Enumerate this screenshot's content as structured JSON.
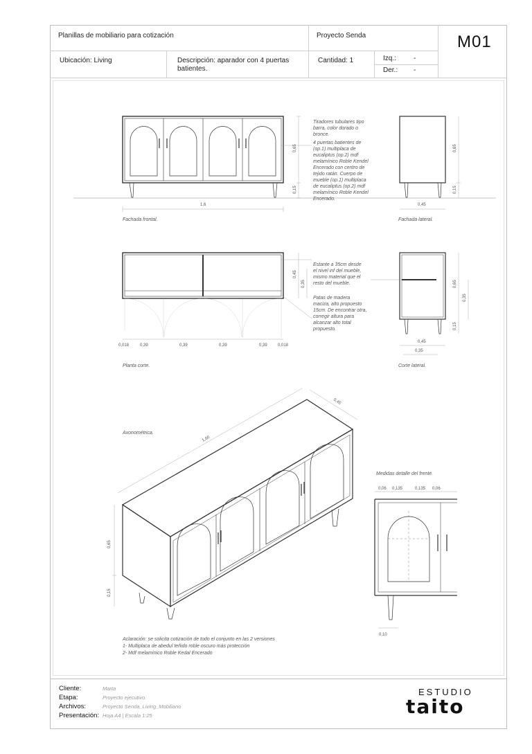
{
  "header": {
    "sheet_title": "Planillas de mobiliario para cotización",
    "project": "Proyecto Senda",
    "code": "M01",
    "location": "Ubicación: Living",
    "description": "Descripción: aparador con 4 puertas batientes.",
    "quantity": "Cantidad: 1",
    "left_label": "Izq.:",
    "left_value": "-",
    "right_label": "Der.:",
    "right_value": "-"
  },
  "notes": {
    "handles": "Tiradores tubulares tipo barra, color dorado o bronce.",
    "doors": "4 puertas batientes de (op.1) multiplaca de eucaliptus (op.2) mdf melamínico Roble Kendel Encerado con centro de tejido ratán. Cuerpo de mueble (op.1) multiplaca de eucaliptus (op.2) mdf melamínico Roble Kendel Encerado.",
    "shelf": "Estante a 35cm desde el nivel inf del mueble, mismo material que el resto del mueble.",
    "legs": "Patas de madera maciza, alto propuesto 15cm. De encontrar otra, corregir altura para alcanzar alto total propuesto."
  },
  "captions": {
    "front": "Fachada frontal.",
    "side": "Fachada lateral.",
    "plan": "Planta corte.",
    "side_section": "Corte lateral.",
    "axo": "Axonométrica.",
    "detail": "Medidas detalle del frente."
  },
  "dims": {
    "front_width": "1,6",
    "front_height": "0,65",
    "leg_height": "0,15",
    "side_depth": "0,45",
    "side_height": "0,65",
    "side_leg": "0,15",
    "plan_height": "0,45",
    "plan_shelf": "0,35",
    "plan_w1": "0,018",
    "plan_w2": "0,39",
    "plan_w3": "0,39",
    "plan_w4": "0,39",
    "plan_w5": "0,39",
    "plan_w6": "0,018",
    "section_height": "0,65",
    "section_shelf": "0,35",
    "section_leg": "0,15",
    "section_depth": "0,45",
    "section_inner": "0,35",
    "axo_length": "1,60",
    "axo_depth": "0,45",
    "axo_height": "0,65",
    "axo_leg": "0,15",
    "detail_a": "0,06",
    "detail_b": "0,135",
    "detail_c": "0,135",
    "detail_d": "0,06",
    "detail_bottom": "0,10"
  },
  "clarification": [
    "Aclaración: se solicita cotización de todo el conjunto en las 2 versiones",
    "1- Multiplaca de abedul teñido roble oscuro más protección",
    "2- Mdf melamínico Roble Kedal Encerado"
  ],
  "footer": {
    "client_label": "Cliente:",
    "client_value": "Marta",
    "stage_label": "Etapa:",
    "stage_value": "Proyecto ejecutivo.",
    "files_label": "Archivos:",
    "files_value": "Proyecto Senda_Living_Mobiliario",
    "presentation_label": "Presentación:",
    "presentation_value": "Hoja A4 | Escala 1:25",
    "logo_top": "ESTUDIO",
    "logo_bottom": "taito"
  }
}
